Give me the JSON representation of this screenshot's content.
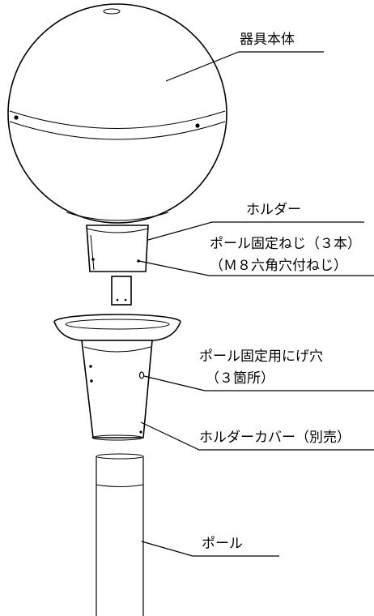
{
  "labels": {
    "fixture_body": "器具本体",
    "holder": "ホルダー",
    "pole_screw_line1": "ポール固定ねじ（３本）",
    "pole_screw_line2": "（Ｍ８六角穴付ねじ）",
    "relief_hole_line1": "ポール固定用にげ穴",
    "relief_hole_line2": "（３箇所）",
    "holder_cover": "ホルダーカバー（別売）",
    "pole": "ポール"
  }
}
